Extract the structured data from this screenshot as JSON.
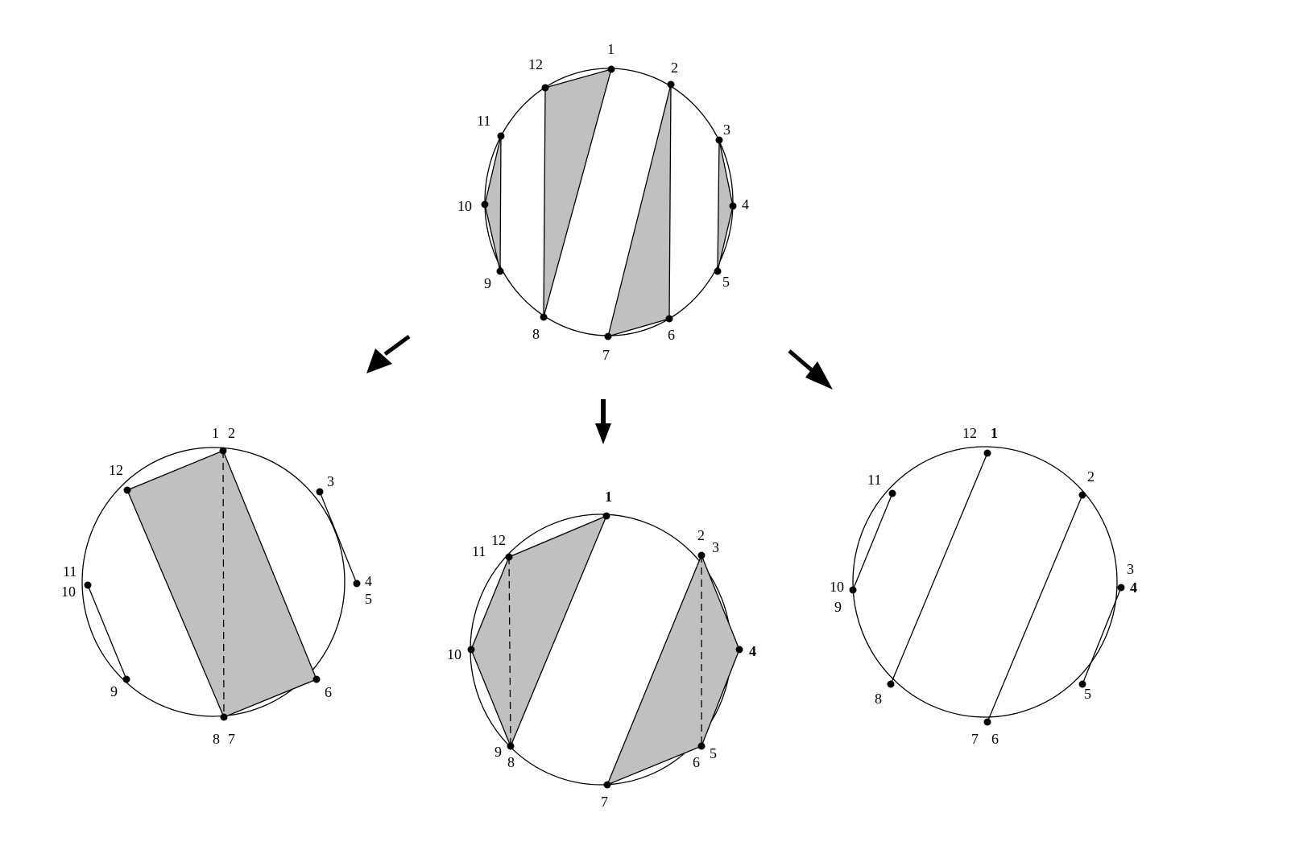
{
  "diagram": {
    "fill_color": "#c0c0c0",
    "line_color": "#000000",
    "background": "#ffffff",
    "top": {
      "labels": [
        "1",
        "2",
        "3",
        "4",
        "5",
        "6",
        "7",
        "8",
        "9",
        "10",
        "11",
        "12"
      ],
      "shaded_polygons": [
        [
          "12",
          "1",
          "8"
        ],
        [
          "2",
          "7",
          "6"
        ],
        [
          "3",
          "4",
          "5"
        ],
        [
          "11",
          "10",
          "9"
        ]
      ],
      "chords": [
        [
          "12",
          "1"
        ],
        [
          "1",
          "8"
        ],
        [
          "8",
          "12"
        ],
        [
          "2",
          "7"
        ],
        [
          "7",
          "6"
        ],
        [
          "6",
          "2"
        ],
        [
          "3",
          "4"
        ],
        [
          "4",
          "5"
        ],
        [
          "5",
          "3"
        ],
        [
          "11",
          "10"
        ],
        [
          "10",
          "9"
        ],
        [
          "9",
          "11"
        ]
      ]
    },
    "left": {
      "labels": [
        "1",
        "2",
        "3",
        "4",
        "5",
        "6",
        "7",
        "8",
        "9",
        "10",
        "11",
        "12"
      ],
      "shaded_polygons": [
        [
          "12",
          "1 2",
          "6",
          "8 7"
        ]
      ],
      "chords": [
        [
          "12",
          "1 2"
        ],
        [
          "1 2",
          "6"
        ],
        [
          "6",
          "8 7"
        ],
        [
          "8 7",
          "12"
        ],
        [
          "3",
          "4 5"
        ],
        [
          "10 11",
          "9"
        ]
      ],
      "dashed": [
        [
          "1 2",
          "8 7"
        ]
      ]
    },
    "middle": {
      "labels": [
        "1",
        "2",
        "3",
        "4",
        "5",
        "6",
        "7",
        "8",
        "9",
        "10",
        "11",
        "12"
      ],
      "shaded_polygons": [
        [
          "1",
          "12 11",
          "10",
          "9 8"
        ],
        [
          "2 3",
          "4",
          "6 5",
          "7"
        ]
      ],
      "chords": [
        [
          "1",
          "12 11"
        ],
        [
          "12 11",
          "10"
        ],
        [
          "10",
          "9 8"
        ],
        [
          "9 8",
          "1"
        ],
        [
          "2 3",
          "4"
        ],
        [
          "4",
          "6 5"
        ],
        [
          "6 5",
          "7"
        ],
        [
          "7",
          "2 3"
        ]
      ],
      "dashed": [
        [
          "12 11",
          "9 8"
        ],
        [
          "2 3",
          "6 5"
        ]
      ]
    },
    "right": {
      "labels": [
        "1",
        "2",
        "3",
        "4",
        "5",
        "6",
        "7",
        "8",
        "9",
        "10",
        "11",
        "12"
      ],
      "shaded_polygons": [],
      "chords": [
        [
          "12 1",
          "8"
        ],
        [
          "2",
          "7 6"
        ],
        [
          "11",
          "10 9"
        ],
        [
          "3 4",
          "5"
        ]
      ]
    },
    "arrows": [
      "arrow-to-left",
      "arrow-to-middle",
      "arrow-to-right"
    ]
  }
}
